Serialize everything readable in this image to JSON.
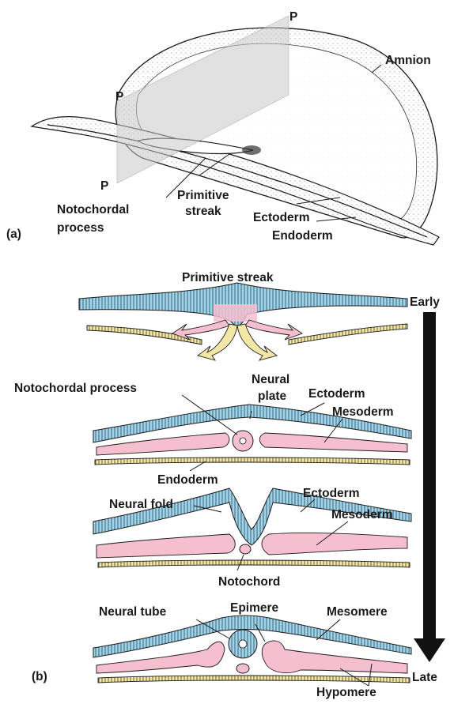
{
  "panel_a": {
    "panel_label": "(a)",
    "labels": {
      "p_top": "P",
      "p_left": "P",
      "p_bottom": "P",
      "amnion": "Amnion",
      "primitive_streak_1": "Primitive",
      "primitive_streak_2": "streak",
      "notochordal_process_1": "Notochordal",
      "notochordal_process_2": "process",
      "ectoderm": "Ectoderm",
      "endoderm": "Endoderm"
    }
  },
  "panel_b": {
    "panel_label": "(b)",
    "timeline": {
      "early": "Early",
      "late": "Late"
    },
    "stage1": {
      "primitive_streak": "Primitive streak"
    },
    "stage2": {
      "notochordal_process": "Notochordal process",
      "neural_plate_1": "Neural",
      "neural_plate_2": "plate",
      "ectoderm": "Ectoderm",
      "mesoderm": "Mesoderm",
      "endoderm": "Endoderm"
    },
    "stage3": {
      "neural_fold": "Neural fold",
      "ectoderm": "Ectoderm",
      "mesoderm": "Mesoderm",
      "notochord": "Notochord"
    },
    "stage4": {
      "neural_tube": "Neural tube",
      "epimere": "Epimere",
      "mesomere": "Mesomere",
      "hypomere": "Hypomere"
    }
  },
  "colors": {
    "ectoderm_blue": "#9fd3ea",
    "mesoderm_pink": "#f6bfd0",
    "endoderm_yellow": "#f3e7a6",
    "plane_gray": "#c9c9c9",
    "timeline_arrow": "#111111"
  }
}
